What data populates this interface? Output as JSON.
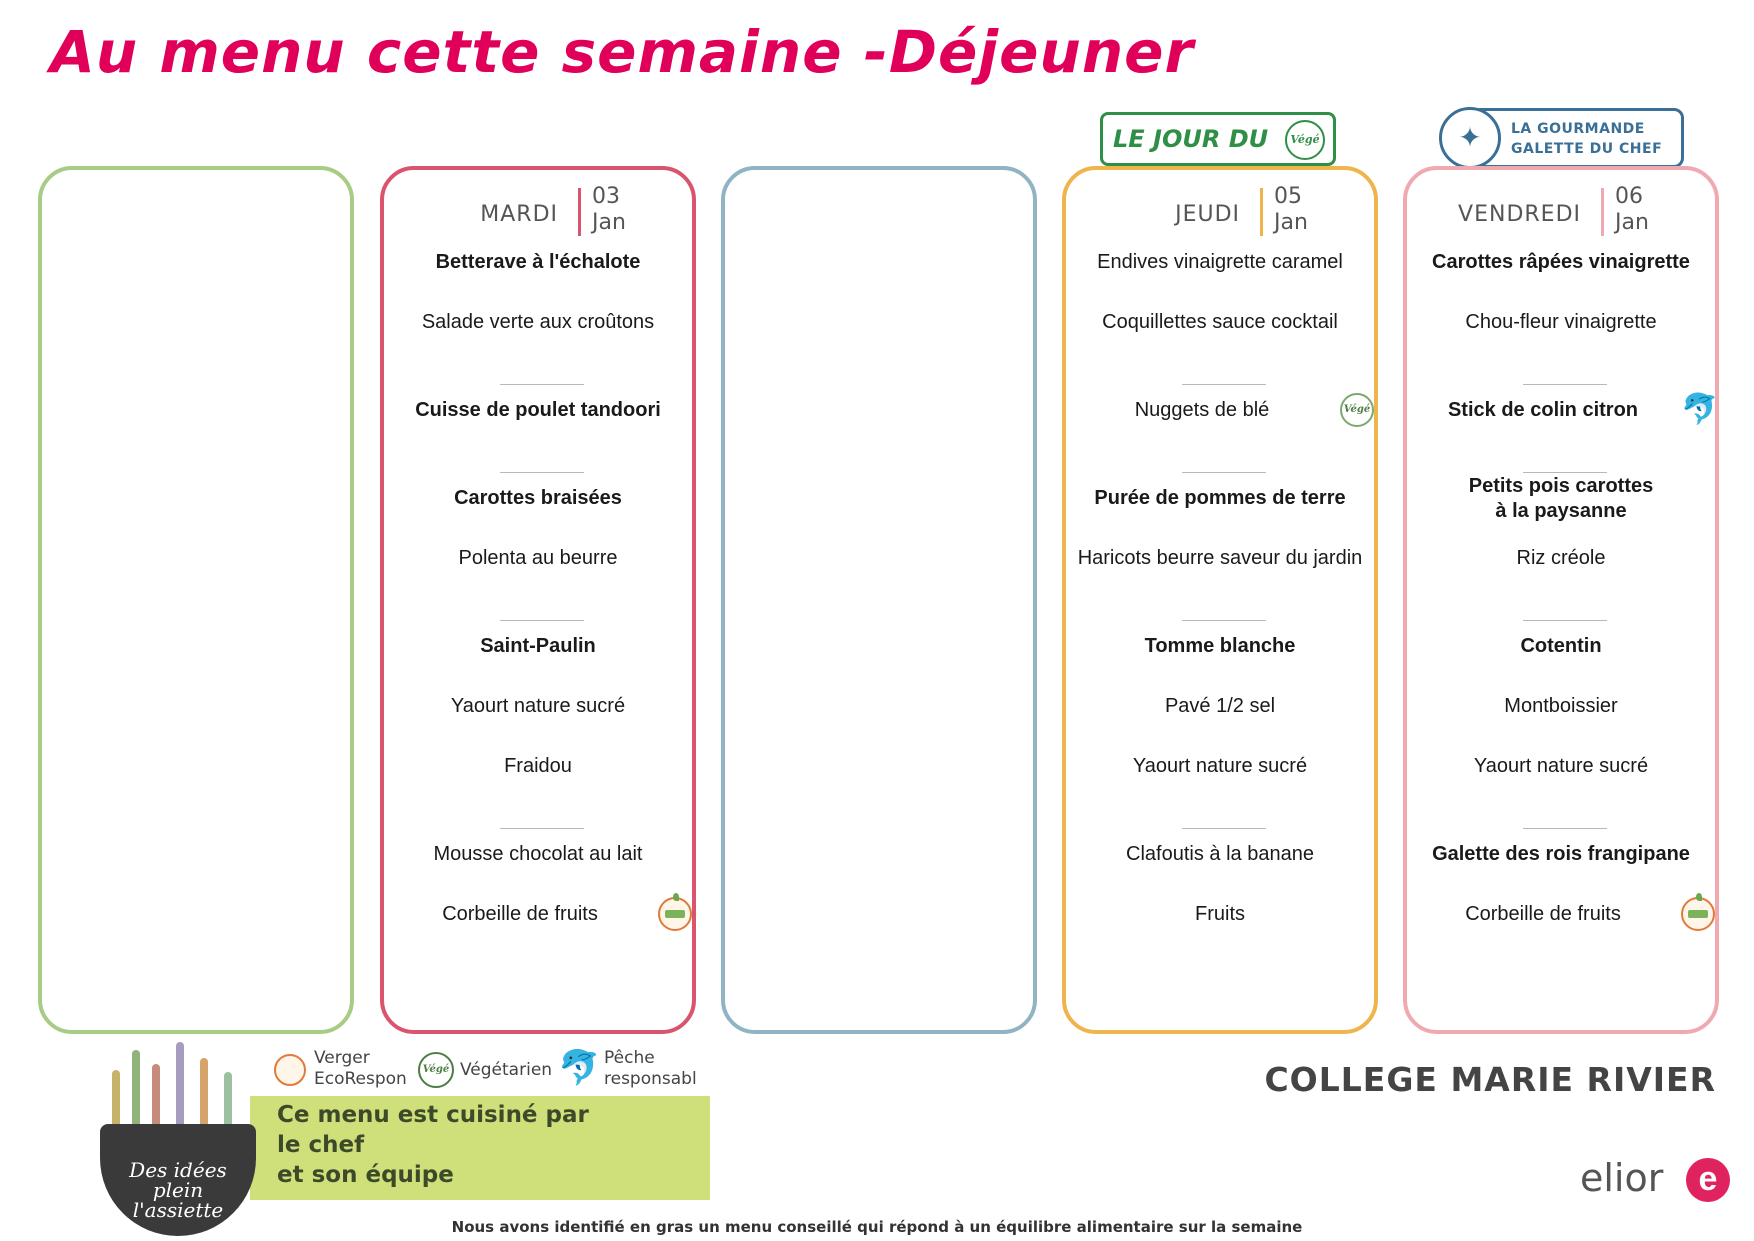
{
  "title": "Au menu cette semaine -Déjeuner",
  "banners": {
    "vege_day": "LE JOUR DU",
    "vege_mark": "Végé",
    "galette_line1": "LA GOURMANDE",
    "galette_line2": "GALETTE DU CHEF"
  },
  "columns": [
    {
      "color": "#a8cc84",
      "empty": true
    },
    {
      "color": "#d9546d",
      "day": "MARDI",
      "num": "03",
      "month": "Jan",
      "items": [
        {
          "text": "Betterave à l'échalote",
          "bold": true
        },
        {
          "text": "Salade verte aux croûtons",
          "bold": false
        },
        {
          "text": "Cuisse de poulet tandoori",
          "bold": true
        },
        {
          "text": "Carottes braisées",
          "bold": true
        },
        {
          "text": "Polenta au beurre",
          "bold": false
        },
        {
          "text": "Saint-Paulin",
          "bold": true
        },
        {
          "text": "Yaourt nature sucré",
          "bold": false
        },
        {
          "text": "Fraidou",
          "bold": false
        },
        {
          "text": "Mousse chocolat au lait",
          "bold": false
        },
        {
          "text": "Corbeille de fruits",
          "bold": false,
          "icon": "verger"
        }
      ]
    },
    {
      "color": "#8fb4c4",
      "empty": true
    },
    {
      "color": "#f0b44c",
      "day": "JEUDI",
      "num": "05",
      "month": "Jan",
      "items": [
        {
          "text": "Endives vinaigrette caramel",
          "bold": false
        },
        {
          "text": "Coquillettes sauce cocktail",
          "bold": false
        },
        {
          "text": "Nuggets de blé",
          "bold": false,
          "icon": "vege"
        },
        {
          "text": "Purée de pommes de terre",
          "bold": true
        },
        {
          "text": "Haricots beurre saveur du jardin",
          "bold": false
        },
        {
          "text": "Tomme blanche",
          "bold": true
        },
        {
          "text": "Pavé 1/2 sel",
          "bold": false
        },
        {
          "text": "Yaourt nature sucré",
          "bold": false
        },
        {
          "text": "Clafoutis à la banane",
          "bold": false
        },
        {
          "text": "Fruits",
          "bold": false
        }
      ]
    },
    {
      "color": "#eeaab0",
      "day": "VENDREDI",
      "num": "06",
      "month": "Jan",
      "items": [
        {
          "text": "Carottes râpées vinaigrette",
          "bold": true
        },
        {
          "text": "Chou-fleur vinaigrette",
          "bold": false
        },
        {
          "text": "Stick de colin citron",
          "bold": true,
          "icon": "fish"
        },
        {
          "text": "Petits pois carottes\nà la paysanne",
          "bold": true
        },
        {
          "text": "Riz créole",
          "bold": false
        },
        {
          "text": "Cotentin",
          "bold": true
        },
        {
          "text": "Montboissier",
          "bold": false
        },
        {
          "text": "Yaourt nature sucré",
          "bold": false
        },
        {
          "text": "Galette des rois frangipane",
          "bold": true
        },
        {
          "text": "Corbeille de fruits",
          "bold": false,
          "icon": "verger"
        }
      ]
    }
  ],
  "legend": {
    "verger_line1": "Verger",
    "verger_line2": "EcoRespon",
    "vege": "Végétarien",
    "vege_mark": "Végé",
    "fish_line1": "Pêche",
    "fish_line2": "responsabl"
  },
  "chef": {
    "line1": "Ce menu est cuisiné par",
    "line2": "le chef",
    "line3": "et son équipe",
    "logo_line1": "Des idées plein",
    "logo_line2": "l'assiette"
  },
  "school": "COLLEGE MARIE RIVIER",
  "brand": "elior",
  "brand_mark": "e",
  "footnote": "Nous avons identifié en gras un menu conseillé qui répond à un équilibre alimentaire sur la semaine"
}
